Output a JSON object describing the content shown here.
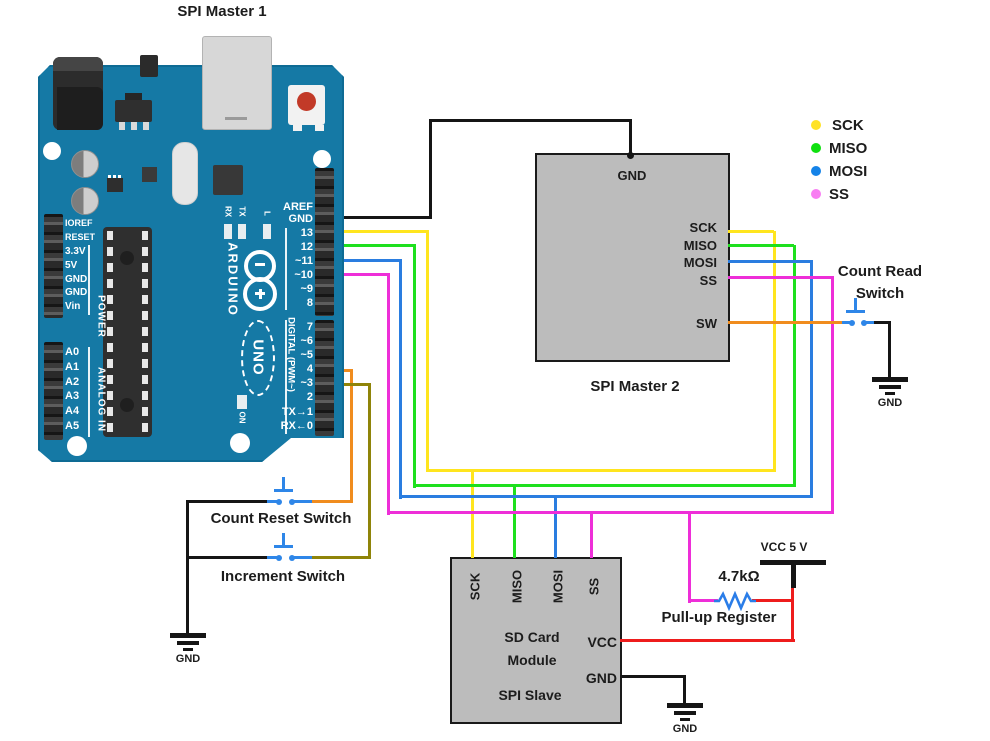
{
  "titles": {
    "master1": "SPI Master 1",
    "master2": "SPI Master 2"
  },
  "legend": {
    "items": [
      {
        "label": "SCK",
        "color": "#ffe226"
      },
      {
        "label": "MISO",
        "color": "#0fe00f"
      },
      {
        "label": "MOSI",
        "color": "#1583e8"
      },
      {
        "label": "SS",
        "color": "#f87df2"
      }
    ]
  },
  "arduino": {
    "brand": "ARDUINO",
    "model": "UNO",
    "digital_label": "DIGITAL (PWM~)",
    "digital_top": [
      "AREF",
      "GND",
      "13",
      "12",
      "~11",
      "~10",
      "~9",
      "8"
    ],
    "digital_bottom": [
      "7",
      "~6",
      "~5",
      "4",
      "~3",
      "2",
      "TX→1",
      "RX←0"
    ],
    "power_label": "POWER",
    "power_pins": [
      "IOREF",
      "RESET",
      "3.3V",
      "5V",
      "GND",
      "GND",
      "Vin"
    ],
    "analog_label": "ANALOG IN",
    "analog_pins": [
      "A0",
      "A1",
      "A2",
      "A3",
      "A4",
      "A5"
    ],
    "led_rx": "RX",
    "led_tx": "TX",
    "led_l": "L",
    "led_on": "ON"
  },
  "master2_box": {
    "gnd": "GND",
    "pin_sck": "SCK",
    "pin_miso": "MISO",
    "pin_mosi": "MOSI",
    "pin_ss": "SS",
    "pin_sw": "SW"
  },
  "sd_box": {
    "pin_sck": "SCK",
    "pin_miso": "MISO",
    "pin_mosi": "MOSI",
    "pin_ss": "SS",
    "name1": "SD Card",
    "name2": "Module",
    "role": "SPI Slave",
    "pin_vcc": "VCC",
    "pin_gnd": "GND"
  },
  "switch_labels": {
    "count_read1": "Count Read",
    "count_read2": "Switch",
    "count_reset": "Count Reset Switch",
    "increment": "Increment Switch"
  },
  "pullup": {
    "value": "4.7kΩ",
    "label": "Pull-up Register",
    "vcc": "VCC 5 V"
  },
  "gnd": {
    "g1": "GND",
    "g2": "GND",
    "g3": "GND"
  },
  "wire_colors": {
    "sck": "#ffe51e",
    "miso": "#1ee01e",
    "mosi": "#2a7de0",
    "ss": "#ee2ed8",
    "gnd": "#151515",
    "sw_wire": "#f08c1e",
    "increment_wire": "#8f8409",
    "vcc": "#ee1c1c",
    "switch_symbol": "#2e86e8"
  }
}
